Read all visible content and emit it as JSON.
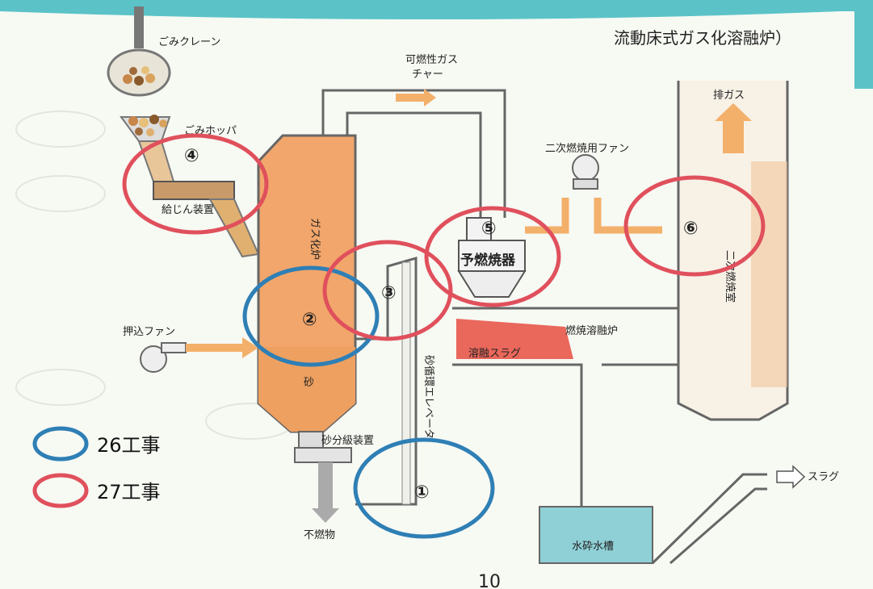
{
  "header": {
    "title": "流動床式ガス化溶融炉）"
  },
  "labels": {
    "crane": "ごみクレーン",
    "hopper": "ごみホッパ",
    "feeder": "給じん装置",
    "gasifier": "ガス化炉",
    "sand": "砂",
    "push_fan": "押込ファン",
    "sand_separator": "砂分級装置",
    "incombustibles": "不燃物",
    "sand_elevator": "砂循環エレベータ",
    "combustible_gas": "可燃性ガス",
    "chamber": "チャー",
    "preburner": "予燃焼器",
    "secondary_fan": "二次燃焼用ファン",
    "melting_furnace": "燃焼溶融炉",
    "molten_slag": "溶融スラグ",
    "exhaust": "排ガス",
    "secondary_chamber": "二次燃焼室",
    "water_tank": "水砕水槽",
    "slag": "スラグ",
    "page_number": "10"
  },
  "markers": {
    "m1": "①",
    "m2": "②",
    "m3": "③",
    "m4": "④",
    "m5": "⑤",
    "m6": "⑥"
  },
  "legend": [
    {
      "label": "26工事",
      "color": "#2e7fb5"
    },
    {
      "label": "27工事",
      "color": "#e0505c"
    }
  ],
  "colors": {
    "blue_circle": "#2e7fb5",
    "red_circle": "#e0505c",
    "furnace_fill": "#f2a66b",
    "arrow_orange": "#f3b06a",
    "water": "#8fd0d6",
    "top_band": "#5bc3c8"
  }
}
